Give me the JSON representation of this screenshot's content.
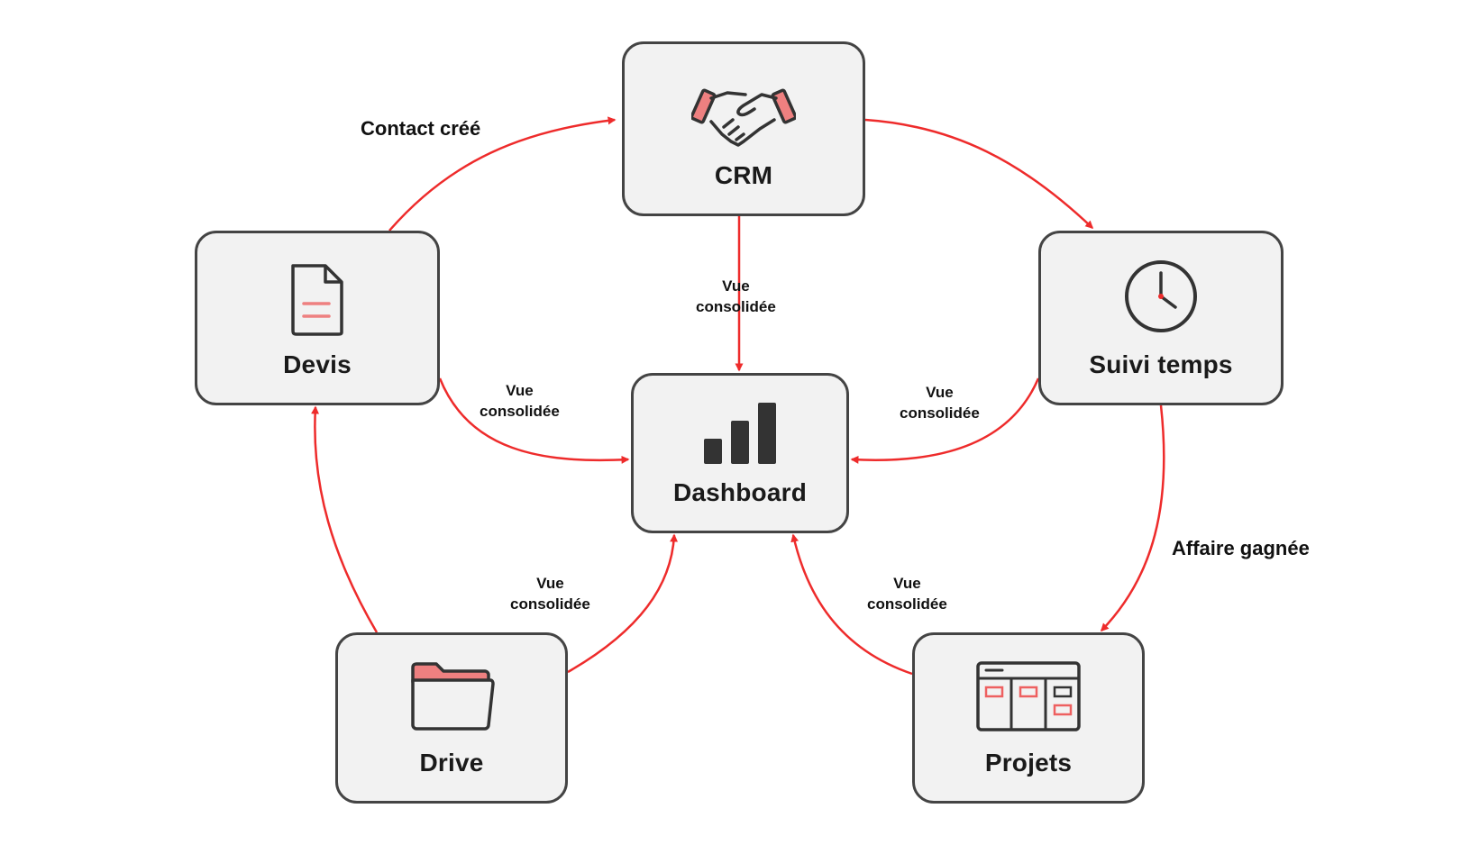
{
  "colors": {
    "accent": "#ee2b2b",
    "box_fill": "#f2f2f2",
    "box_border": "#444444",
    "icon_stroke": "#333333",
    "icon_highlight": "#ee8080"
  },
  "nodes": {
    "crm": {
      "label": "CRM",
      "icon": "handshake-icon"
    },
    "devis": {
      "label": "Devis",
      "icon": "document-icon"
    },
    "suivi": {
      "label": "Suivi temps",
      "icon": "clock-icon"
    },
    "dashboard": {
      "label": "Dashboard",
      "icon": "bar-chart-icon"
    },
    "drive": {
      "label": "Drive",
      "icon": "folder-icon"
    },
    "projets": {
      "label": "Projets",
      "icon": "kanban-board-icon"
    }
  },
  "edges": {
    "devis_to_crm": {
      "line1": "Contact créé"
    },
    "suivi_to_projets": {
      "line1": "Affaire gagnée"
    },
    "crm_to_dashboard": {
      "line1": "Vue",
      "line2": "consolidée"
    },
    "devis_to_dashboard": {
      "line1": "Vue",
      "line2": "consolidée"
    },
    "suivi_to_dashboard": {
      "line1": "Vue",
      "line2": "consolidée"
    },
    "drive_to_dashboard": {
      "line1": "Vue",
      "line2": "consolidée"
    },
    "projets_to_dashboard": {
      "line1": "Vue",
      "line2": "consolidée"
    }
  }
}
